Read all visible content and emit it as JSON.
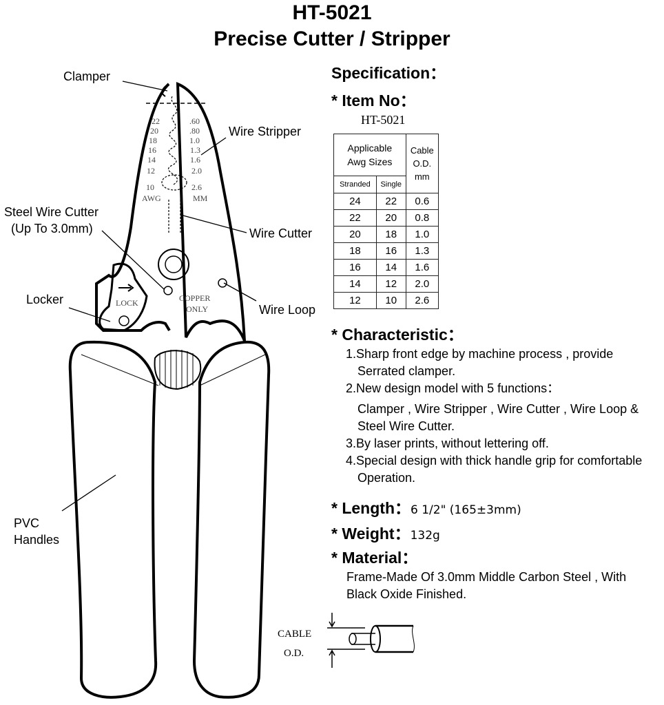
{
  "title": {
    "model": "HT-5021",
    "name": "Precise Cutter / Stripper"
  },
  "callouts": {
    "clamper": "Clamper",
    "wire_stripper": "Wire Stripper",
    "steel_wire_cutter": "Steel Wire Cutter",
    "steel_wire_cutter_note": "(Up To 3.0mm)",
    "wire_cutter": "Wire Cutter",
    "locker": "Locker",
    "wire_loop": "Wire Loop",
    "pvc": "PVC",
    "handles": "Handles"
  },
  "tool_markings": {
    "awg": [
      "22",
      "20",
      "18",
      "16",
      "14",
      "12",
      "10"
    ],
    "awg_unit": "AWG",
    "mm": [
      ".60",
      ".80",
      "1.0",
      "1.3",
      "1.6",
      "2.0",
      "2.6"
    ],
    "mm_unit": "MM",
    "lock": "LOCK",
    "copper": "COPPER",
    "only": "ONLY"
  },
  "spec": {
    "heading": "Specification：",
    "item_no_heading": "* Item No：",
    "item_no": "HT-5021",
    "table": {
      "col_awg": "Applicable Awg Sizes",
      "col_awg_l1": "Applicable",
      "col_awg_l2": "Awg Sizes",
      "col_od_l1": "Cable",
      "col_od_l2": "O.D.",
      "col_od_l3": "mm",
      "sub_stranded": "Stranded",
      "sub_single": "Single",
      "rows": [
        [
          "24",
          "22",
          "0.6"
        ],
        [
          "22",
          "20",
          "0.8"
        ],
        [
          "20",
          "18",
          "1.0"
        ],
        [
          "18",
          "16",
          "1.3"
        ],
        [
          "16",
          "14",
          "1.6"
        ],
        [
          "14",
          "12",
          "2.0"
        ],
        [
          "12",
          "10",
          "2.6"
        ]
      ]
    },
    "characteristic_heading": "* Characteristic：",
    "characteristics": [
      {
        "num": "1.",
        "lines": [
          "Sharp front edge by machine process , provide",
          "Serrated clamper."
        ]
      },
      {
        "num": "2.",
        "lines": [
          "New design model with 5 functions：",
          "Clamper , Wire Stripper , Wire Cutter , Wire Loop &",
          "Steel Wire Cutter."
        ]
      },
      {
        "num": "3.",
        "lines": [
          "By laser prints, without lettering off."
        ]
      },
      {
        "num": "4.",
        "lines": [
          "Special design with thick handle grip for comfortable",
          "Operation."
        ]
      }
    ],
    "length_heading": "* Length：",
    "length_value": "6 1/2\" (165±3mm)",
    "weight_heading": "* Weight：",
    "weight_value": "132g",
    "material_heading": "* Material：",
    "material_lines": [
      "Frame-Made Of 3.0mm Middle Carbon Steel , With",
      "Black Oxide Finished."
    ]
  },
  "cable_diagram": {
    "label_l1": "CABLE",
    "label_l2": "O.D."
  }
}
